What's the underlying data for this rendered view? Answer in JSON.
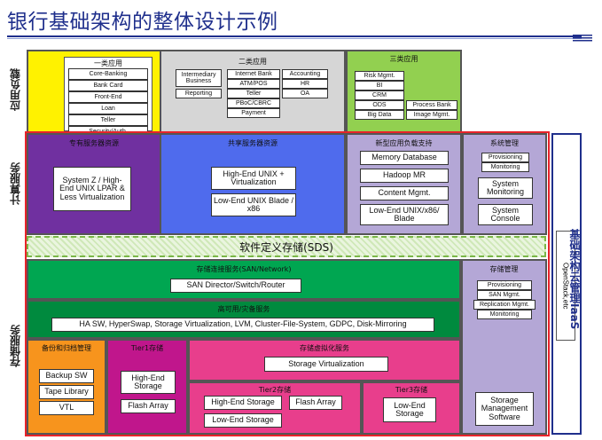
{
  "title": "银行基础架构的整体设计示例",
  "side_labels": {
    "load": "应用负载",
    "compute": "计算服务",
    "storage": "存储服务",
    "cloud": "基础架构云管理IaaS"
  },
  "app1": {
    "title": "一类应用",
    "items": [
      "Core-Banking",
      "Bank Card",
      "Front-End",
      "Loan",
      "Teller",
      "Security/Auth."
    ]
  },
  "app2": {
    "title": "二类应用",
    "col1": [
      "Intermediary Business",
      "Reporting"
    ],
    "col2": [
      "Internet Bank",
      "ATM/POS",
      "Teller",
      "PBoC/CBRC",
      "Payment"
    ],
    "col3": [
      "Accounting",
      "HR",
      "OA"
    ]
  },
  "app3": {
    "title": "三类应用",
    "col1": [
      "Risk Mgmt.",
      "BI",
      "CRM",
      "ODS",
      "Big Data"
    ],
    "col2": [
      "Process Bank",
      "Image Mgmt."
    ]
  },
  "compute": {
    "dedicated": {
      "title": "专有服务器资源",
      "box": "System Z / High-End UNIX LPAR & Less Virtualization"
    },
    "shared": {
      "title": "共享服务器资源",
      "box1": "High-End UNIX + Virtualization",
      "box2": "Low-End UNIX Blade / x86"
    },
    "newapp": {
      "title": "新型应用负载支持",
      "items": [
        "Memory Database",
        "Hadoop MR",
        "Content Mgmt.",
        "Low-End UNIX/x86/ Blade"
      ]
    },
    "sysmgmt": {
      "title": "系统管理",
      "items": [
        "Provisioning",
        "Monitoring",
        "System Monitoring",
        "System Console"
      ]
    }
  },
  "sds": "软件定义存储(SDS)",
  "openstack": "OpenStack,etc",
  "storage": {
    "san": {
      "title": "存储连接服务(SAN/Network)",
      "box": "SAN Director/Switch/Router"
    },
    "ha": {
      "title": "高可用/灾备服务",
      "box": "HA SW, HyperSwap, Storage Virtualization, LVM, Cluster-File-System, GDPC, Disk-Mirroring"
    },
    "backup": {
      "title": "备份和归档管理",
      "items": [
        "Backup SW",
        "Tape Library",
        "VTL"
      ]
    },
    "tier1": {
      "title": "Tier1存储",
      "items": [
        "High-End Storage",
        "Flash Array"
      ]
    },
    "virt": {
      "title": "存储虚拟化服务",
      "box": "Storage Virtualization"
    },
    "tier2": {
      "title": "Tier2存储",
      "items": [
        "High-End Storage",
        "Flash Array",
        "Low-End Storage"
      ]
    },
    "tier3": {
      "title": "Tier3存储",
      "box": "Low-End Storage"
    },
    "mgmt": {
      "title": "存储管理",
      "items": [
        "Provisioning",
        "SAN Mgmt.",
        "Replication Mgmt.",
        "Monitoring",
        "Storage Management Software"
      ]
    }
  },
  "colors": {
    "yellow": "#fff200",
    "gray": "#d6d6d6",
    "lime": "#92d050",
    "purple": "#7030a0",
    "blue": "#4f6bed",
    "lightpurple": "#b4a7d6",
    "green": "#00a651",
    "darkgreen": "#008a3e",
    "orange": "#f7941d",
    "magenta": "#c0168c",
    "pink": "#e83e8c",
    "red": "#e8232a",
    "navy": "#1f2f8c"
  }
}
